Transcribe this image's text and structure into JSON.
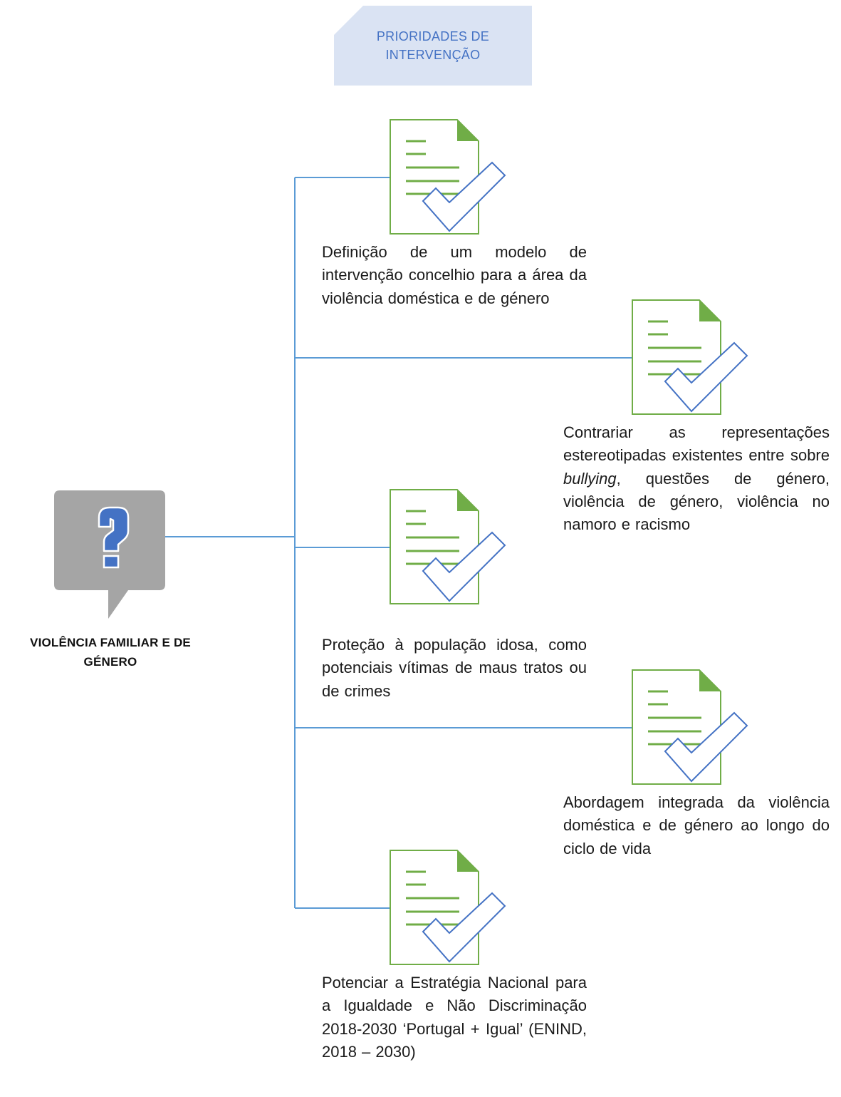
{
  "header": {
    "line1": "PRIORIDADES DE",
    "line2": "INTERVENÇÃO"
  },
  "topic": {
    "icon": "question-mark-speech-bubble-icon",
    "line1": "VIOLÊNCIA FAMILIAR E DE",
    "line2": "GÉNERO"
  },
  "items": [
    {
      "icon": "document-check-icon",
      "text": "Definição de um modelo de intervenção concelhio para a área da violência doméstica e de género"
    },
    {
      "icon": "document-check-icon",
      "text_before": "Contrariar as representações estereotipadas existentes entre sobre ",
      "text_em": "bullying",
      "text_after": ", questões de género, violência de género, violência no namoro e racismo"
    },
    {
      "icon": "document-check-icon",
      "text": "Proteção à população idosa, como potenciais vítimas de maus tratos ou de crimes"
    },
    {
      "icon": "document-check-icon",
      "text": "Abordagem integrada da violência doméstica e de género ao longo do ciclo de vida"
    },
    {
      "icon": "document-check-icon",
      "text": "Potenciar a Estratégia Nacional para a Igualdade e Não Discriminação 2018-2030 ‘Portugal + Igual’ (ENIND, 2018 – 2030)"
    }
  ],
  "colors": {
    "connector": "#5B9BD5",
    "document_border": "#70AD47",
    "document_lines": "#70AD47",
    "check": "#4472C4",
    "header_fill": "#DAE3F3",
    "header_text": "#4472C4",
    "bubble_fill": "#A5A5A5",
    "question_mark": "#4472C4"
  }
}
